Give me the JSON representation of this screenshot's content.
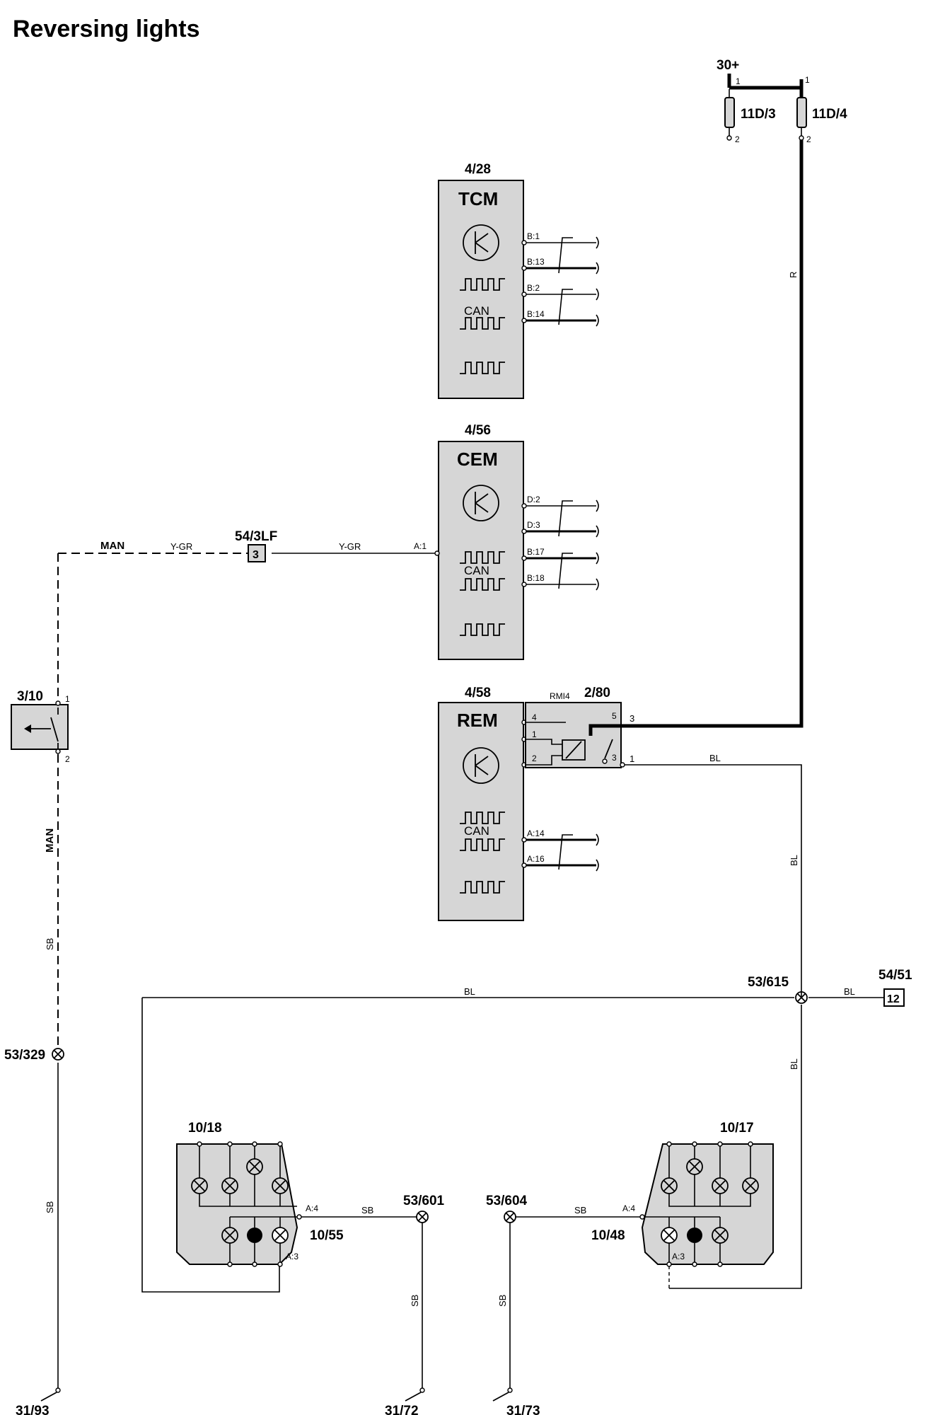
{
  "title": "Reversing lights",
  "power": {
    "supply": "30+",
    "fuse_a": "11D/3",
    "fuse_b": "11D/4",
    "pin1": "1",
    "pin2": "2"
  },
  "modules": {
    "tcm": {
      "id": "4/28",
      "name": "TCM",
      "can": "CAN",
      "pins": [
        "B:1",
        "B:13",
        "B:2",
        "B:14"
      ]
    },
    "cem": {
      "id": "4/56",
      "name": "CEM",
      "can": "CAN",
      "pins": [
        "D:2",
        "D:3",
        "B:17",
        "B:18"
      ],
      "input_pin": "A:1"
    },
    "rem": {
      "id": "4/58",
      "name": "REM",
      "can": "CAN",
      "pins": [
        "A:14",
        "A:16"
      ]
    }
  },
  "relay": {
    "id": "2/80",
    "name": "RMI4",
    "pins_left": [
      "4",
      "1",
      "2"
    ],
    "pins_right": [
      "5",
      "3"
    ],
    "out_pins": [
      "3",
      "1"
    ]
  },
  "switch": {
    "id": "3/10",
    "pin1": "1",
    "pin2": "2"
  },
  "connectors": {
    "c543lf": "54/3LF",
    "c543lf_pin": "3",
    "c5451": "54/51",
    "c5451_pin": "12"
  },
  "splices": {
    "s53615": "53/615",
    "s53329": "53/329",
    "s53601": "53/601",
    "s53604": "53/604"
  },
  "grounds": {
    "g3193": "31/93",
    "g3172": "31/72",
    "g3173": "31/73"
  },
  "lamps": {
    "left": {
      "id": "10/18",
      "sub": "10/55",
      "pin_a4": "A:4",
      "pin_a3": "A:3"
    },
    "right": {
      "id": "10/17",
      "sub": "10/48",
      "pin_a4": "A:4",
      "pin_a3": "A:3"
    }
  },
  "wire_colors": {
    "man": "MAN",
    "ygr": "Y-GR",
    "r": "R",
    "bl": "BL",
    "sb": "SB"
  }
}
